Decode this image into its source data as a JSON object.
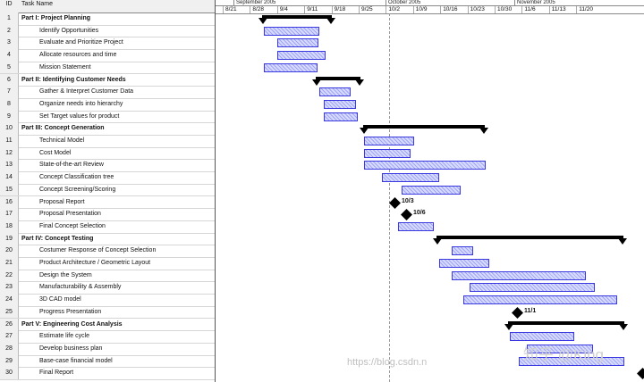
{
  "table": {
    "id_header": "ID",
    "name_header": "Task Name",
    "tasks": [
      {
        "id": "1",
        "name": "Part I: Project Planning",
        "summary": true
      },
      {
        "id": "2",
        "name": "Identify Opportunities",
        "summary": false
      },
      {
        "id": "3",
        "name": "Evaluate and Prioritize Project",
        "summary": false
      },
      {
        "id": "4",
        "name": "Allocate resources and time",
        "summary": false
      },
      {
        "id": "5",
        "name": "Mission Statement",
        "summary": false
      },
      {
        "id": "6",
        "name": "Part II: Identifying Customer Needs",
        "summary": true
      },
      {
        "id": "7",
        "name": "Gather & Interpret Customer Data",
        "summary": false
      },
      {
        "id": "8",
        "name": "Organize needs into hierarchy",
        "summary": false
      },
      {
        "id": "9",
        "name": "Set Target values for product",
        "summary": false
      },
      {
        "id": "10",
        "name": "Part III: Concept Generation",
        "summary": true
      },
      {
        "id": "11",
        "name": "Technical Model",
        "summary": false
      },
      {
        "id": "12",
        "name": "Cost Model",
        "summary": false
      },
      {
        "id": "13",
        "name": "State-of-the-art Review",
        "summary": false
      },
      {
        "id": "14",
        "name": "Concept Classification tree",
        "summary": false
      },
      {
        "id": "15",
        "name": "Concept Screening/Scoring",
        "summary": false
      },
      {
        "id": "16",
        "name": "Proposal  Report",
        "summary": false
      },
      {
        "id": "17",
        "name": "Proposal Presentation",
        "summary": false
      },
      {
        "id": "18",
        "name": "Final Concept Selection",
        "summary": false
      },
      {
        "id": "19",
        "name": "Part IV: Concept Testing",
        "summary": true
      },
      {
        "id": "20",
        "name": "Costumer Response of Concept Selection",
        "summary": false
      },
      {
        "id": "21",
        "name": "Product Architecture / Geometric Layout",
        "summary": false
      },
      {
        "id": "22",
        "name": "Design the System",
        "summary": false
      },
      {
        "id": "23",
        "name": "Manufacturability & Assembly",
        "summary": false
      },
      {
        "id": "24",
        "name": "3D CAD model",
        "summary": false
      },
      {
        "id": "25",
        "name": "Progress Presentation",
        "summary": false
      },
      {
        "id": "26",
        "name": "Part V: Engineering Cost Analysis",
        "summary": true
      },
      {
        "id": "27",
        "name": "Estimate life cycle",
        "summary": false
      },
      {
        "id": "28",
        "name": "Develop business plan",
        "summary": false
      },
      {
        "id": "29",
        "name": "Base-case financial model",
        "summary": false
      },
      {
        "id": "30",
        "name": "Final Report",
        "summary": false
      }
    ]
  },
  "timeline": {
    "months": [
      "September 2005",
      "October 2005",
      "November 2005"
    ],
    "weeks": [
      "8/21",
      "8/28",
      "9/4",
      "9/11",
      "9/18",
      "9/25",
      "10/2",
      "10/9",
      "10/16",
      "10/23",
      "10/30",
      "11/6",
      "11/13",
      "11/20"
    ],
    "milestone_labels": [
      "10/3",
      "10/6",
      "11/1"
    ]
  },
  "colors": {
    "task_bar_fill": "#d7dcff",
    "task_bar_border": "#3a3ae0",
    "summary_bar": "#000000"
  },
  "watermark": {
    "url": "https://blog.csdn.n",
    "logo": "知乎 @King"
  }
}
